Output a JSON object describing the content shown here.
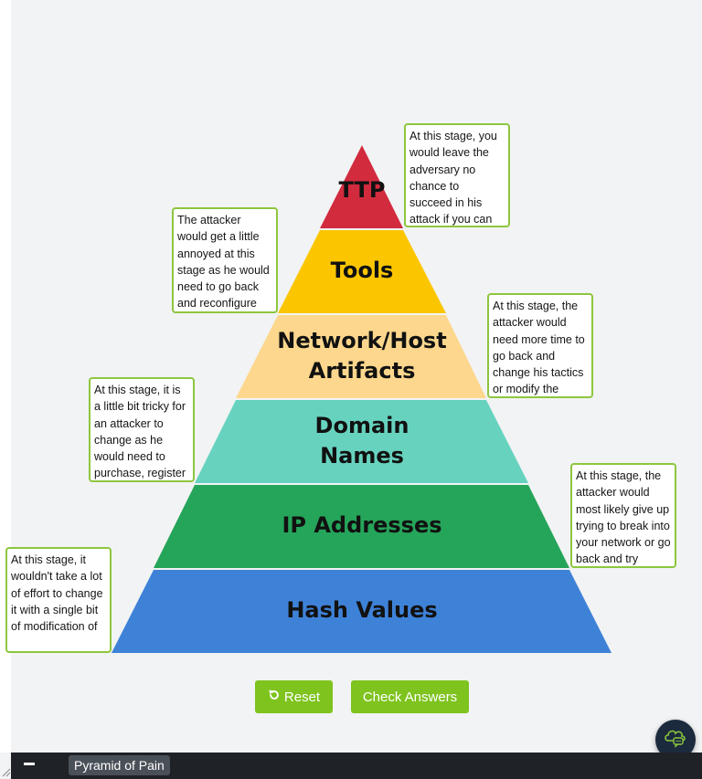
{
  "pyramid": {
    "layers": [
      {
        "label": "TTP",
        "color": "#d22b3e"
      },
      {
        "label": "Tools",
        "color": "#fbc600"
      },
      {
        "label": "Network/Host\nArtifacts",
        "color": "#fdd78d"
      },
      {
        "label": "Domain\nNames",
        "color": "#67d3bf"
      },
      {
        "label": "IP Addresses",
        "color": "#25a55a"
      },
      {
        "label": "Hash Values",
        "color": "#3e82d8"
      }
    ]
  },
  "notes": {
    "ttp": "At this stage, you would leave the adversary no chance to succeed in his attack if you can detect and",
    "tools": "The attacker would get a little annoyed at this stage as he would need to go back and reconfigure",
    "network": "At this stage, the attacker would need more time to go back and change his tactics or modify the",
    "domain": "At this stage, it is a little bit tricky for an attacker to change as he would need to purchase, register",
    "ip": "At this stage, the attacker would most likely give up trying to break into your network or go back and try",
    "hash": "At this stage, it wouldn't take a lot of effort to change it with a single bit of modification of"
  },
  "buttons": {
    "reset": "Reset",
    "check": "Check Answers"
  },
  "icons": {
    "reset": "undo-icon",
    "chat": "chat-icon",
    "minimize": "minimize-icon"
  },
  "colors": {
    "accent": "#7ec31e",
    "note_border": "#8dc63f",
    "taskbar": "#1f2227"
  },
  "taskbar": {
    "tab_label": "Pyramid of Pain"
  }
}
